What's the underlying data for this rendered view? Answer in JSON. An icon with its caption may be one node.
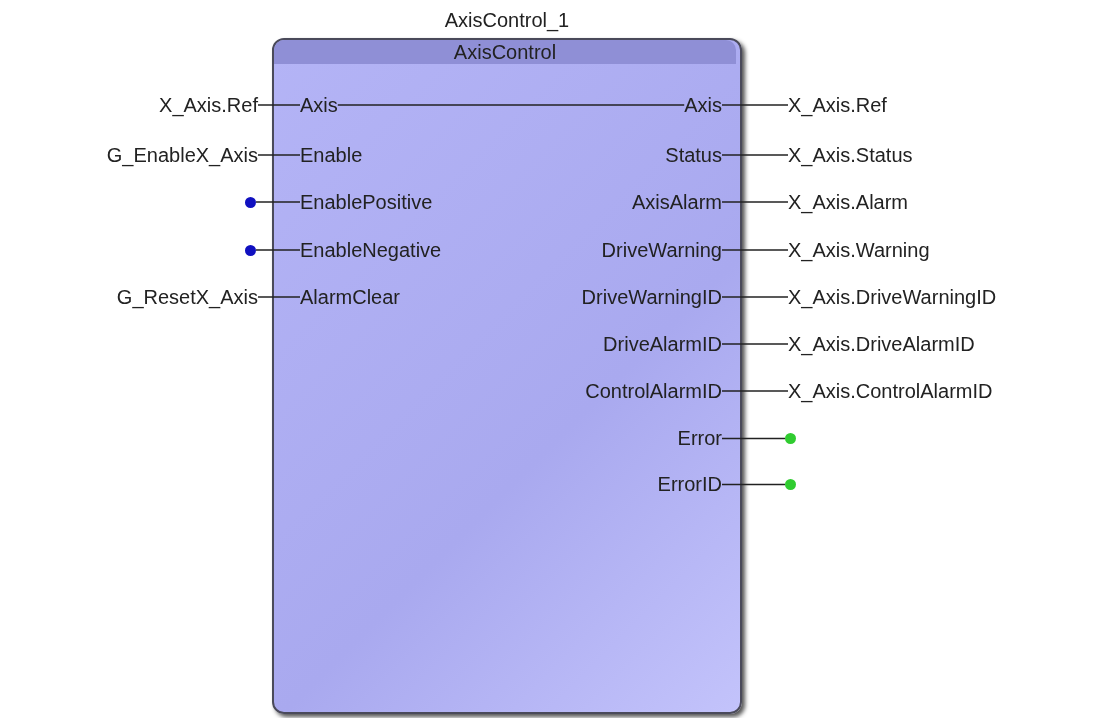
{
  "diagram": {
    "nodes": [
      {
        "text": [
          "AxisControl_1",
          "AxisControl"
        ]
      },
      {
        "text": [
          "Axis"
        ],
        "in": 0
      },
      {
        "text": [
          "Enable"
        ],
        "in": 0
      },
      {
        "text": [
          "EnablePositive"
        ],
        "in": 0
      },
      {
        "text": [
          "EnableNegative"
        ],
        "in": 0
      },
      {
        "text": [
          "AlarmClear"
        ],
        "in": 0
      },
      {
        "text": [
          "Axis"
        ],
        "in": 0
      },
      {
        "text": [
          "Status"
        ],
        "in": 0
      },
      {
        "text": [
          "AxisAlarm"
        ],
        "in": 0
      },
      {
        "text": [
          "DriveWarning"
        ],
        "in": 0
      },
      {
        "text": [
          "DriveWarningID"
        ],
        "in": 0
      },
      {
        "text": [
          "DriveAlarmID"
        ],
        "in": 0
      },
      {
        "text": [
          "ControlAlarmID"
        ],
        "in": 0
      },
      {
        "text": [
          "Error"
        ],
        "in": 0
      },
      {
        "text": [
          "ErrorID"
        ],
        "in": 0
      },
      {
        "text": [
          "X_Axis.Ref"
        ]
      },
      {
        "text": [
          "G_EnableX_Axis"
        ]
      },
      {
        "text": [],
        "shape": "circle"
      },
      {
        "text": [],
        "shape": "circle"
      },
      {
        "text": [
          "G_ResetX_Axis"
        ]
      },
      {
        "text": [
          "X_Axis.Ref"
        ]
      },
      {
        "text": [
          "X_Axis.Status"
        ]
      },
      {
        "text": [
          "X_Axis.Alarm"
        ]
      },
      {
        "text": [
          "X_Axis.Warning"
        ]
      },
      {
        "text": [
          "X_Axis.DriveWarningID"
        ]
      },
      {
        "text": [
          "X_Axis.DriveAlarmID"
        ]
      },
      {
        "text": [
          "X_Axis.ControlAlarmID"
        ]
      },
      {
        "text": [],
        "shape": "circle"
      },
      {
        "text": [],
        "shape": "circle"
      }
    ],
    "edges": [
      {
        "from": 15,
        "to": 1,
        "arrow": "none"
      },
      {
        "from": 16,
        "to": 2,
        "arrow": "none"
      },
      {
        "from": 17,
        "to": 3,
        "arrow": "none"
      },
      {
        "from": 18,
        "to": 4,
        "arrow": "none"
      },
      {
        "from": 19,
        "to": 5,
        "arrow": "none"
      },
      {
        "from": 1,
        "to": 6,
        "arrow": "none"
      },
      {
        "from": 6,
        "to": 20,
        "arrow": "none"
      },
      {
        "from": 7,
        "to": 21,
        "arrow": "none"
      },
      {
        "from": 8,
        "to": 22,
        "arrow": "none"
      },
      {
        "from": 9,
        "to": 23,
        "arrow": "none"
      },
      {
        "from": 10,
        "to": 24,
        "arrow": "none"
      },
      {
        "from": 11,
        "to": 25,
        "arrow": "none"
      },
      {
        "from": 12,
        "to": 26,
        "arrow": "none"
      },
      {
        "from": 13,
        "to": 27,
        "arrow": "none"
      },
      {
        "from": 14,
        "to": 28,
        "arrow": "none"
      }
    ]
  }
}
